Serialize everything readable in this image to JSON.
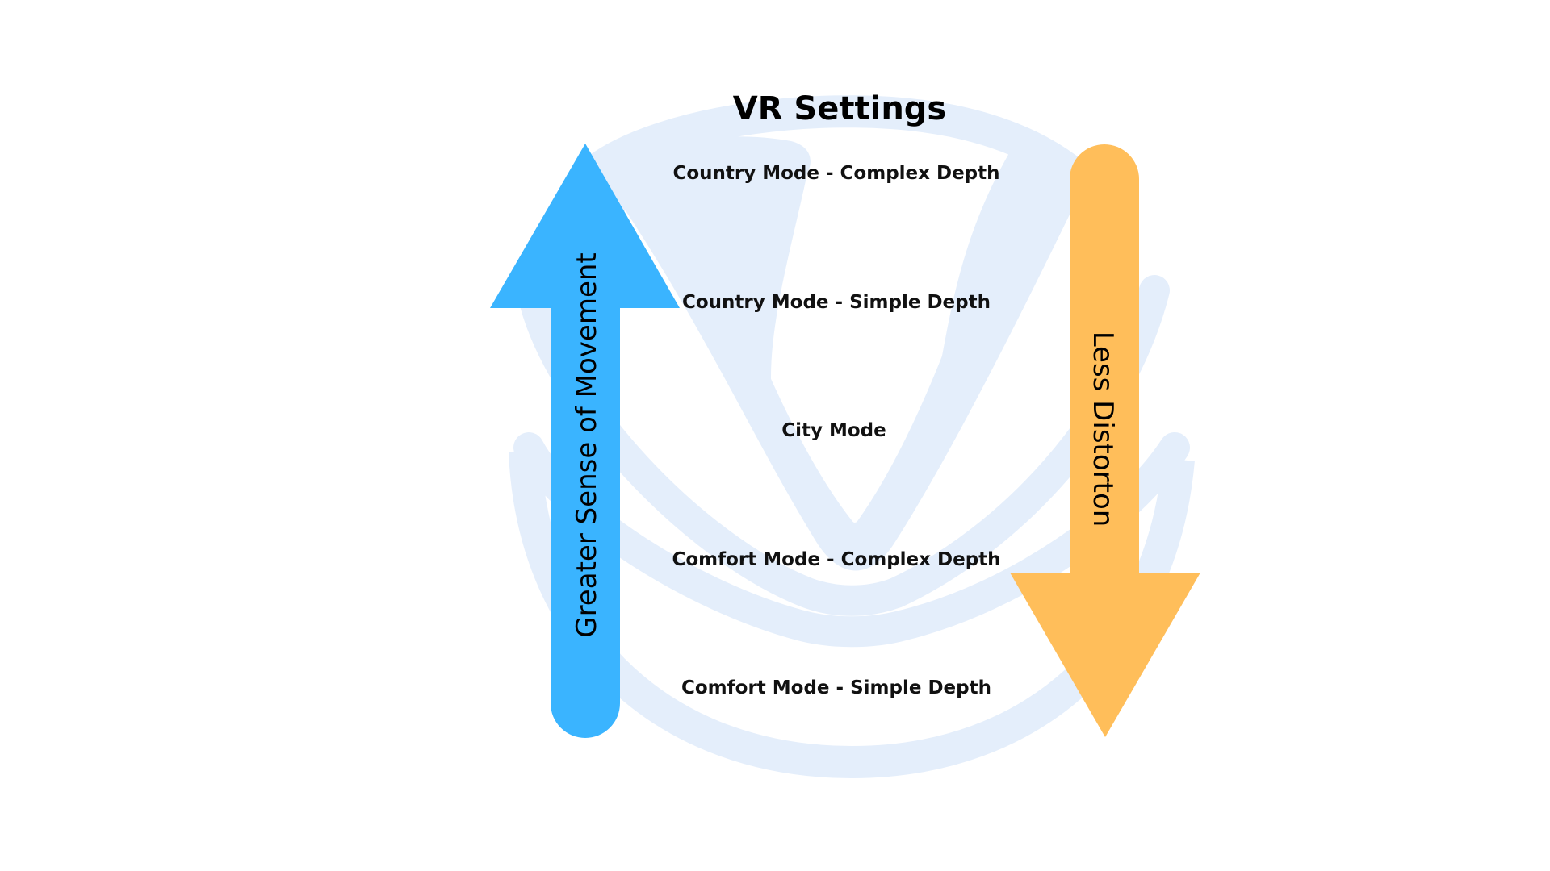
{
  "title": "VR Settings",
  "modes": [
    "Country Mode - Complex Depth",
    "Country Mode - Simple Depth",
    "City Mode",
    "Comfort Mode - Complex Depth",
    "Comfort Mode - Simple Depth"
  ],
  "left_arrow": {
    "label": "Greater Sense of Movement",
    "direction": "up",
    "color": "#3AB4FF"
  },
  "right_arrow": {
    "label": "Less Distorton",
    "direction": "down",
    "color": "#FFBE5A"
  },
  "background_logo": {
    "icon": "vr-logo-watermark-icon",
    "color": "#E4EEFB"
  }
}
